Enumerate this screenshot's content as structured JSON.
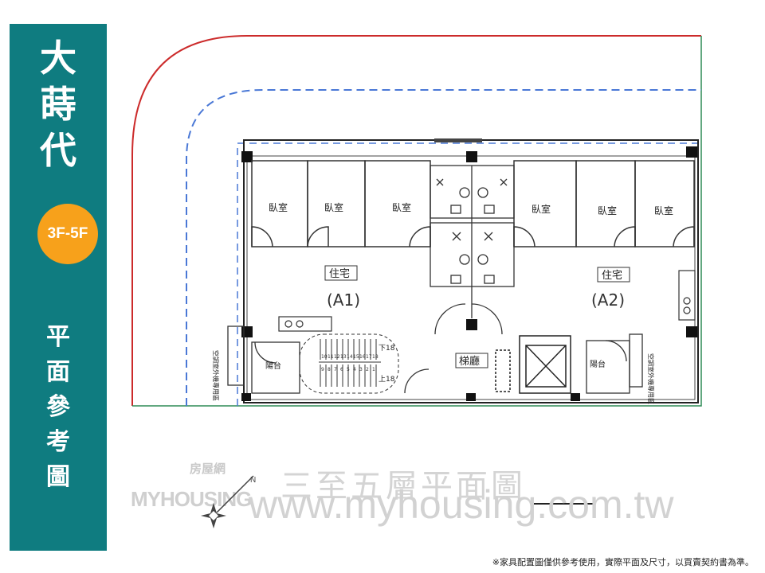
{
  "sidebar": {
    "title": "大蒔代",
    "floor_badge": "3F-5F",
    "subtitle": "平面參考圖",
    "bg_color": "#0f7c80",
    "badge_color": "#f7a11b"
  },
  "plan": {
    "rooms": {
      "bedroom": "臥室",
      "balcony": "陽台",
      "elevator_lobby": "梯廳",
      "residence": "住宅",
      "aircon_platform": "空調室外機專用區"
    },
    "units": {
      "a1": "(A1)",
      "a2": "(A2)"
    },
    "stair": {
      "up_label": "下18",
      "down_label": "上18",
      "steps_top": [
        "10",
        "11",
        "12",
        "13",
        "14",
        "15",
        "16",
        "17",
        "18"
      ],
      "steps_bottom": [
        "9",
        "8",
        "7",
        "6",
        "5",
        "4",
        "3",
        "2",
        "1"
      ]
    },
    "colors": {
      "site_line": "#cc2b2b",
      "setback_line": "#4a78d6",
      "green_line": "#2e8b57"
    }
  },
  "caption": "三至五層平面圖",
  "watermark": {
    "brand_cn": "房屋網",
    "brand_en": "MYHOUSING",
    "url": "www.myhousing.com.tw"
  },
  "disclaimer": "※家具配置圖僅供參考使用，實際平面及尺寸，以買賣契約書為準。"
}
